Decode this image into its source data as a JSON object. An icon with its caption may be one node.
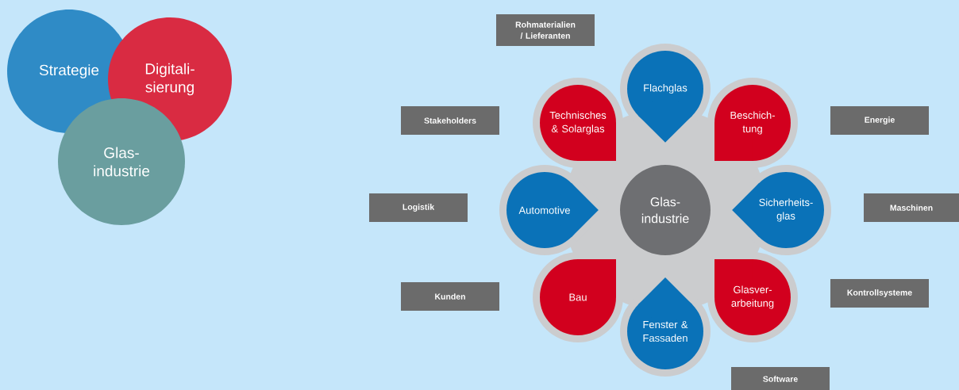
{
  "diagram": {
    "nodes": [
      {
        "text": [
          "Strategie"
        ]
      },
      {
        "text": [
          "Digitali- sierung"
        ]
      },
      {
        "text": [
          "Glas- industrie"
        ]
      },
      {
        "text": [
          "Glas- industrie"
        ]
      },
      {
        "text": [
          "Flachglas"
        ]
      },
      {
        "text": [
          "Beschich- tung"
        ]
      },
      {
        "text": [
          "Sicherheits- glas"
        ]
      },
      {
        "text": [
          "Glasver- arbeitung"
        ]
      },
      {
        "text": [
          "Fenster & Fassaden"
        ]
      },
      {
        "text": [
          "Bau"
        ]
      },
      {
        "text": [
          "Automotive"
        ]
      },
      {
        "text": [
          "Technisches & Solarglas"
        ]
      },
      {
        "text": [
          "Rohmaterialien / Lieferanten"
        ]
      },
      {
        "text": [
          "Stakeholders"
        ]
      },
      {
        "text": [
          "Energie"
        ]
      },
      {
        "text": [
          "Logistik"
        ]
      },
      {
        "text": [
          "Maschinen"
        ]
      },
      {
        "text": [
          "Kunden"
        ]
      },
      {
        "text": [
          "Kontrollsysteme"
        ]
      },
      {
        "text": [
          "Software"
        ]
      }
    ]
  }
}
